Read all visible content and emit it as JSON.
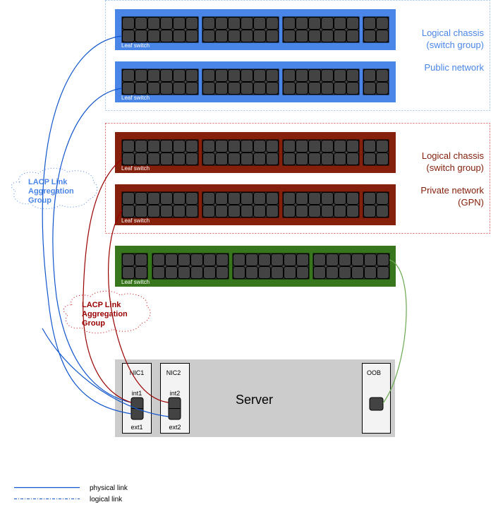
{
  "groups": [
    {
      "id": "public",
      "color": "#4a86e8",
      "border": "#9fc5e8",
      "label_lines": [
        "Logical chassis",
        "(switch group)"
      ],
      "network_label": "Public network"
    },
    {
      "id": "private",
      "color": "#85200c",
      "border": "#cc4125",
      "label_lines": [
        "Logical chassis",
        "(switch group)"
      ],
      "network_label_lines": [
        "Private network",
        "(GPN)"
      ]
    }
  ],
  "switches": [
    {
      "label": "Leaf switch",
      "fill": "#4a86e8",
      "group": "public"
    },
    {
      "label": "Leaf switch",
      "fill": "#4a86e8",
      "group": "public"
    },
    {
      "label": "Leaf switch",
      "fill": "#85200c",
      "group": "private"
    },
    {
      "label": "Leaf switch",
      "fill": "#85200c",
      "group": "private"
    },
    {
      "label": "Leaf switch",
      "fill": "#38761d",
      "group": "oob"
    }
  ],
  "lacp": [
    {
      "lines": [
        "LACP Link",
        "Aggregation",
        "Group"
      ],
      "color": "#4a86e8"
    },
    {
      "lines": [
        "LACP Link",
        "Aggregation",
        "Group"
      ],
      "color": "#990000"
    }
  ],
  "server": {
    "label": "Server",
    "nics": [
      {
        "name": "NIC1",
        "top_port": "int1",
        "bottom_port": "ext1"
      },
      {
        "name": "NIC2",
        "top_port": "int2",
        "bottom_port": "ext2"
      }
    ],
    "oob": {
      "name": "OOB"
    }
  },
  "links": {
    "public_color": "#1155cc",
    "private_color": "#990000",
    "oob_color": "#6aa84f"
  },
  "legend": [
    {
      "label": "physical link",
      "style": "solid"
    },
    {
      "label": "logical link",
      "style": "dash-dot"
    }
  ]
}
